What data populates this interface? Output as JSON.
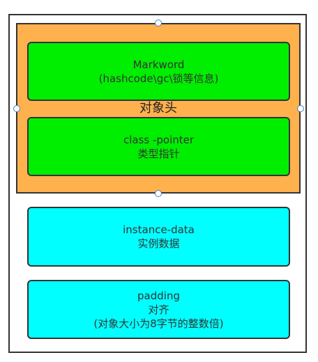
{
  "object_header": {
    "label": "对象头",
    "markword": {
      "title": "Markword",
      "subtitle": "(hashcode\\gc\\锁等信息)"
    },
    "class_pointer": {
      "title": "class -pointer",
      "subtitle": "类型指针"
    }
  },
  "instance_data": {
    "title": "instance-data",
    "subtitle": "实例数据"
  },
  "padding": {
    "title": "padding",
    "subtitle": "对齐",
    "note": "(对象大小为8字节的整数倍)"
  },
  "colors": {
    "header_fill": "#ffb14e",
    "header_block_fill": "#00ee00",
    "data_block_fill": "#00ffff",
    "border": "#333333",
    "selection_handle": "#4a7fc0"
  }
}
